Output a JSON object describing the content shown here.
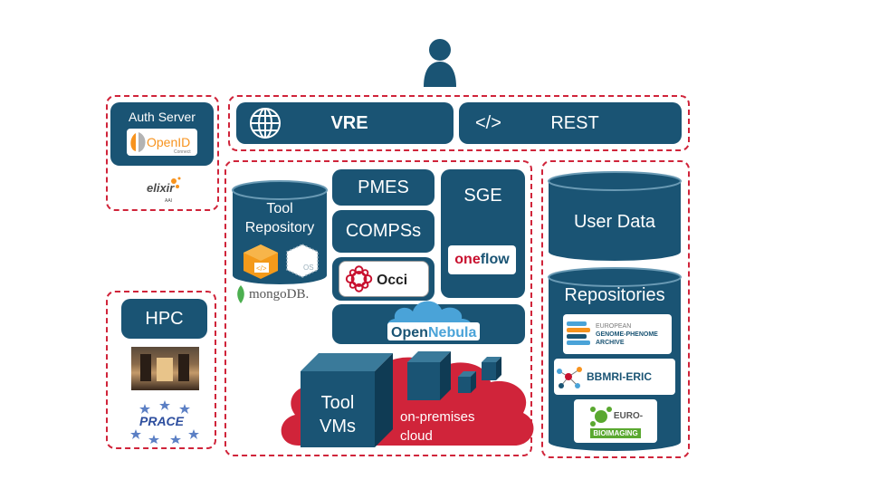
{
  "colors": {
    "navy": "#1a5474",
    "dash_red": "#d0243a",
    "cloud_red": "#d0243a"
  },
  "user": {
    "icon": "user-icon"
  },
  "auth": {
    "title": "Auth Server",
    "openid": "OpenID",
    "openid_sub": "Connect",
    "elixir": "elixir",
    "elixir_sub": "AAI"
  },
  "hpc": {
    "title": "HPC",
    "prace": "PRACE"
  },
  "top": {
    "vre": "VRE",
    "rest": "REST",
    "globe_icon": "globe-icon",
    "code_glyph": "</>"
  },
  "center": {
    "tool_repo": [
      "Tool",
      "Repository"
    ],
    "mongodb": "mongoDB.",
    "pmes": "PMES",
    "compss": "COMPSs",
    "occi": "Occi",
    "sge": "SGE",
    "oneflow_a": "one",
    "oneflow_b": "flow",
    "opennebula_a": "Open",
    "opennebula_b": "Nebula",
    "tool_vms": [
      "Tool",
      "VMs"
    ],
    "onprem": [
      "on-premises",
      "cloud"
    ]
  },
  "right": {
    "user_data": "User Data",
    "repositories": "Repositories",
    "ega": [
      "EUROPEAN",
      "GENOME-PHENOME",
      "ARCHIVE"
    ],
    "bbmri": "BBMRI-ERIC",
    "euro": [
      "EURO-",
      "BIOIMAGING"
    ]
  }
}
